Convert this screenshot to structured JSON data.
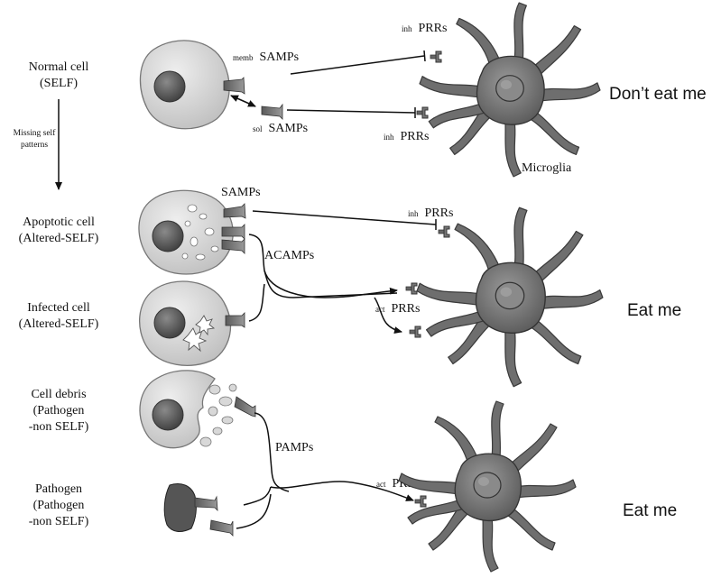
{
  "left_labels": {
    "normal_cell": [
      "Normal cell",
      "(SELF)"
    ],
    "missing_self": [
      "Missing self",
      "patterns"
    ],
    "apoptotic_cell": [
      "Apoptotic cell",
      "(Altered-SELF)"
    ],
    "infected_cell": [
      "Infected cell",
      "(Altered-SELF)"
    ],
    "cell_debris": [
      "Cell debris",
      "(Pathogen",
      "-non SELF)"
    ],
    "pathogen": [
      "Pathogen",
      "(Pathogen",
      "-non SELF)"
    ]
  },
  "ligand_labels": {
    "memb_prefix": "memb",
    "memb_samps": "SAMPs",
    "sol_prefix": "sol",
    "sol_samps": "SAMPs",
    "samps": "SAMPs",
    "acamps": "ACAMPs",
    "pamps": "PAMPs"
  },
  "receptor_labels": {
    "inh_prefix": "inh",
    "act_prefix": "act",
    "prrs": "PRRs"
  },
  "microglia_label": "Microglia",
  "outcomes": {
    "top": "Don’t eat me",
    "middle": "Eat me",
    "bottom": "Eat me"
  }
}
